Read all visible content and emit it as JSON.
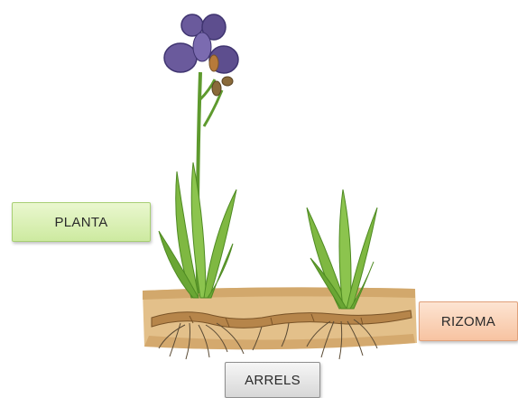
{
  "diagram": {
    "labels": {
      "planta": "PLANTA",
      "rizoma": "RIZOMA",
      "arrels": "ARRELS"
    },
    "colors": {
      "soil": "#e3c08a",
      "soil_dark": "#c99a5c",
      "rhizome": "#b6854a",
      "leaf": "#7fb842",
      "leaf_dark": "#4e8a22",
      "flower": "#6a5a9c",
      "flower_dark": "#3f3470",
      "root": "#5a4a34",
      "planta_box": "#d6efaf",
      "rizoma_box": "#f9cfb2",
      "arrels_box": "#e2e2e2"
    },
    "icons": [
      "iris-plant-illustration",
      "young-shoot-illustration",
      "rhizome-illustration",
      "roots-illustration"
    ]
  }
}
